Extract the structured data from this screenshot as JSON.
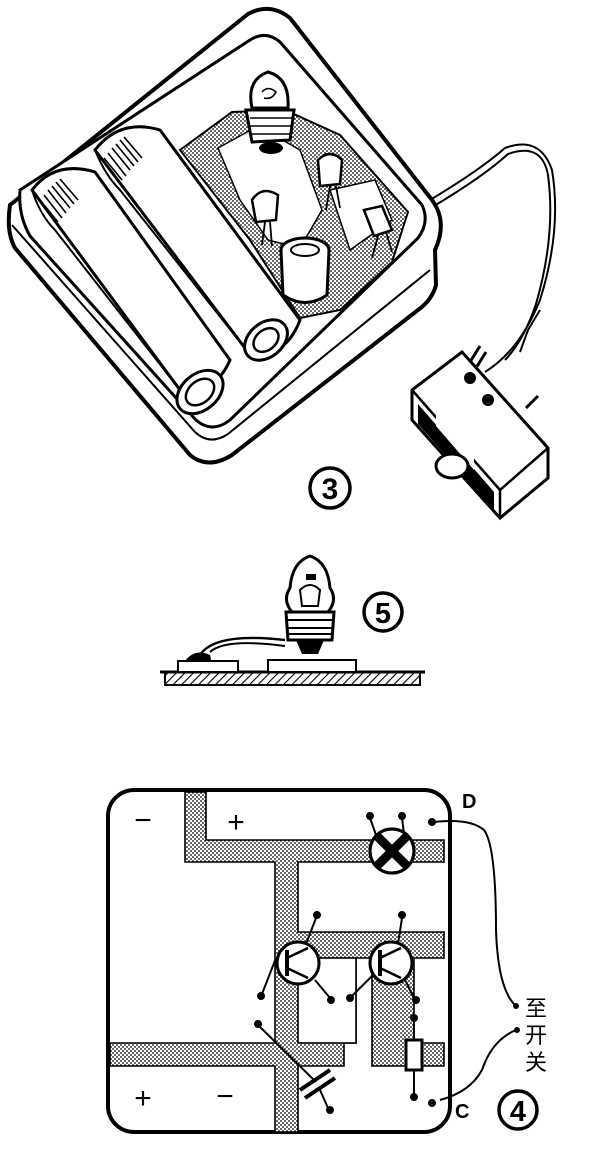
{
  "figures": {
    "fig3": {
      "number": "3"
    },
    "fig5": {
      "number": "5"
    },
    "fig4": {
      "number": "4",
      "terminal_d": "D",
      "terminal_c": "C",
      "switch_note": [
        "至",
        "开",
        "关"
      ],
      "battery_top": {
        "minus": "−",
        "plus": "+"
      },
      "battery_bottom": {
        "plus": "+",
        "minus": "−"
      }
    }
  }
}
